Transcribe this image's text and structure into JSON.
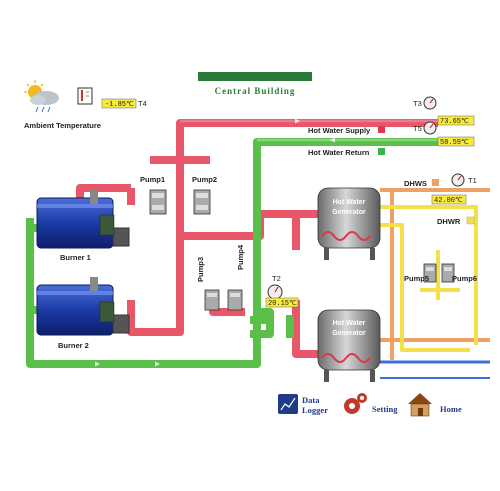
{
  "header": {
    "title": "Central Building"
  },
  "ambient": {
    "label": "Ambient Temperature",
    "sensor": "T4",
    "value": "-1.85℃"
  },
  "legend": {
    "supply_label": "Hot Water Supply",
    "supply_color": "#e0364a",
    "return_label": "Hot Water Return",
    "return_color": "#3cb64a"
  },
  "sensors": {
    "t3": {
      "label": "T3",
      "value": "73.65℃"
    },
    "t5": {
      "label": "T5",
      "value": "58.59℃"
    },
    "t1": {
      "label": "T1",
      "value": "42.00℃"
    },
    "t2": {
      "label": "T2",
      "value": "20.15℃"
    }
  },
  "dhw": {
    "dhws": "DHWS",
    "dhwr": "DHWR",
    "dhws_color": "#f0a060",
    "dhwr_color": "#f4e04a"
  },
  "burners": {
    "b1": "Burner 1",
    "b2": "Burner 2"
  },
  "pumps": {
    "p1": "Pump1",
    "p2": "Pump2",
    "p3": "Pump3",
    "p4": "Pump4",
    "p5": "Pump5",
    "p6": "Pump6"
  },
  "generators": {
    "g1_line1": "Hot Water",
    "g1_line2": "Generator",
    "g2_line1": "Hot Water",
    "g2_line2": "Generator"
  },
  "nav": {
    "data_logger_line1": "Data",
    "data_logger_line2": "Logger",
    "setting": "Setting",
    "home": "Home"
  },
  "icons": [
    "weather-icon",
    "thermometer-icon",
    "gauge-icon",
    "data-logger-icon",
    "gear-icon",
    "home-icon"
  ]
}
